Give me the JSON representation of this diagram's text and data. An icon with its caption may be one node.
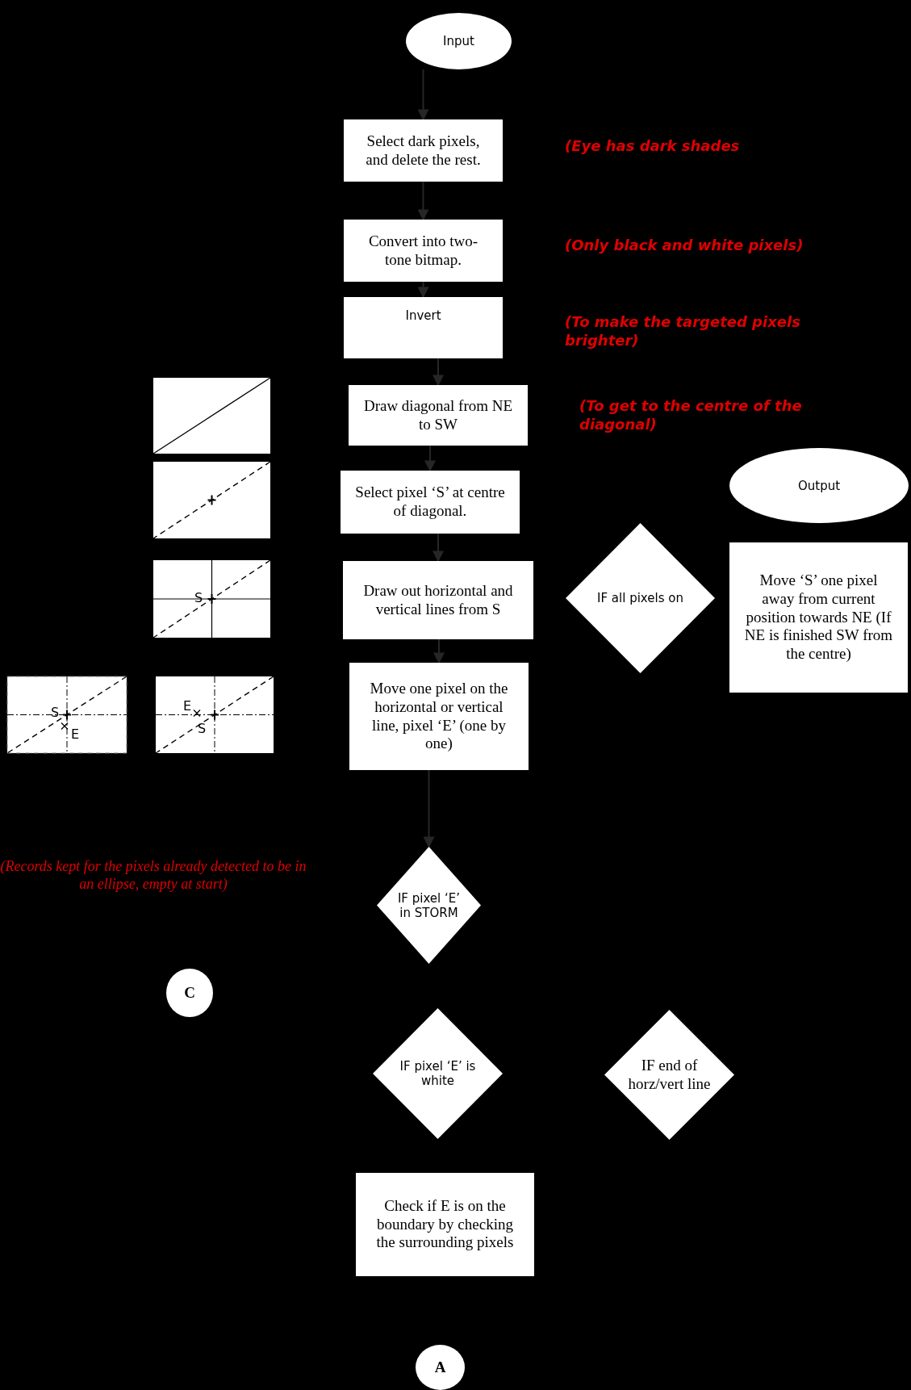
{
  "diagram": {
    "nodes": [
      {
        "text": [
          "Input"
        ]
      },
      {
        "text": [
          "Select dark pixels, and delete the rest."
        ]
      },
      {
        "text": [
          "Convert into two-tone bitmap."
        ]
      },
      {
        "text": [
          "Invert"
        ]
      },
      {
        "text": [
          "Draw diagonal from NE to SW"
        ]
      },
      {
        "text": [
          "Select pixel ‘S’ at centre of diagonal."
        ]
      },
      {
        "text": [
          "Draw out horizontal and vertical lines from S"
        ]
      },
      {
        "text": [
          "Move one pixel on the horizontal or vertical line, pixel ‘E’ (one by one)"
        ]
      },
      {
        "text": [
          "IF all pixels on"
        ]
      },
      {
        "text": [
          "Output"
        ]
      },
      {
        "text": [
          "Move ‘S’ one pixel away from current position towards NE (If NE is finished SW from the centre)"
        ]
      },
      {
        "text": [
          "IF pixel ‘E’ in STORM"
        ]
      },
      {
        "text": [
          "C"
        ]
      },
      {
        "text": [
          "IF pixel ‘E’ is white"
        ]
      },
      {
        "text": [
          "IF end of horz/vert line"
        ]
      },
      {
        "text": [
          "Check if E is on the boundary by checking the surrounding pixels"
        ]
      },
      {
        "text": [
          "A"
        ]
      }
    ],
    "edges": [
      {
        "from": 0,
        "to": 1,
        "arrow": "to"
      },
      {
        "from": 1,
        "to": 2,
        "arrow": "to"
      },
      {
        "from": 2,
        "to": 3,
        "arrow": "to"
      },
      {
        "from": 3,
        "to": 4,
        "arrow": "to"
      },
      {
        "from": 4,
        "to": 5,
        "arrow": "to"
      },
      {
        "from": 5,
        "to": 6,
        "arrow": "to"
      },
      {
        "from": 6,
        "to": 7,
        "arrow": "to"
      },
      {
        "from": 7,
        "to": 11,
        "arrow": "to"
      }
    ],
    "labels": [
      "(Eye has dark shades",
      "(Only black and white pixels)",
      "(To make the targeted pixels brighter)",
      "(To get to the centre of the diagonal)",
      "S",
      "S",
      "E",
      "E",
      "S",
      "(Records kept for the pixels already detected to be in an ellipse, empty at start)"
    ]
  }
}
